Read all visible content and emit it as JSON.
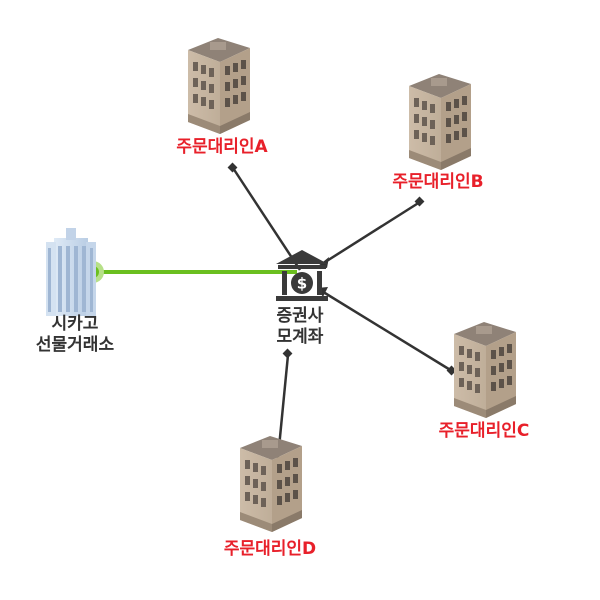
{
  "brokerage": {
    "line1": "증권사",
    "line2": "모계좌",
    "icon": "bank-dollar-icon"
  },
  "exchange": {
    "line1": "시카고",
    "line2": "선물거래소",
    "icon": "skyscraper-icon"
  },
  "agents": [
    {
      "label": "주문대리인A"
    },
    {
      "label": "주문대리인B"
    },
    {
      "label": "주문대리인C"
    },
    {
      "label": "주문대리인D"
    }
  ],
  "colors": {
    "agent_label": "#e8202a",
    "connector": "#333333",
    "exchange_link": "#6bbf1f",
    "building": "#c9b8a4"
  }
}
